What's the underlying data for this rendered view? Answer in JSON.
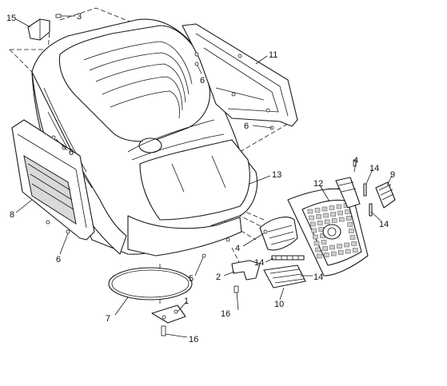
{
  "callouts": [
    {
      "id": "c15",
      "text": "15"
    },
    {
      "id": "c3",
      "text": "3"
    },
    {
      "id": "c11",
      "text": "11"
    },
    {
      "id": "c6a",
      "text": "6"
    },
    {
      "id": "c6b",
      "text": "6"
    },
    {
      "id": "c6c",
      "text": "6"
    },
    {
      "id": "c8",
      "text": "8"
    },
    {
      "id": "c6d",
      "text": "6"
    },
    {
      "id": "c13",
      "text": "13"
    },
    {
      "id": "c4a",
      "text": "4"
    },
    {
      "id": "c14a",
      "text": "14"
    },
    {
      "id": "c9",
      "text": "9"
    },
    {
      "id": "c12",
      "text": "12"
    },
    {
      "id": "c14b",
      "text": "14"
    },
    {
      "id": "c4b",
      "text": "4"
    },
    {
      "id": "c14c",
      "text": "14"
    },
    {
      "id": "c14d",
      "text": "14"
    },
    {
      "id": "c5",
      "text": "5"
    },
    {
      "id": "c2",
      "text": "2"
    },
    {
      "id": "c10",
      "text": "10"
    },
    {
      "id": "c7",
      "text": "7"
    },
    {
      "id": "c1",
      "text": "1"
    },
    {
      "id": "c16a",
      "text": "16"
    },
    {
      "id": "c16b",
      "text": "16"
    }
  ]
}
